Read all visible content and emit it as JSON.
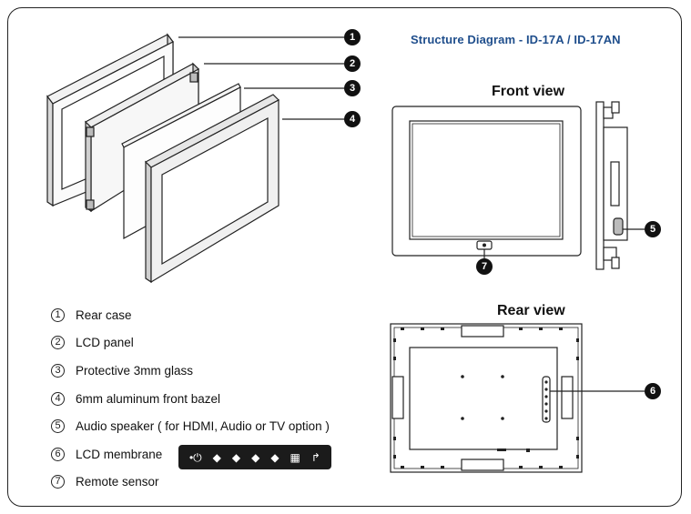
{
  "title": "Structure Diagram  -  ID-17A / ID-17AN",
  "views": {
    "front": "Front view",
    "rear": "Rear view"
  },
  "callouts": [
    "1",
    "2",
    "3",
    "4",
    "5",
    "6",
    "7"
  ],
  "legend": [
    {
      "num": "1",
      "label": "Rear case"
    },
    {
      "num": "2",
      "label": "LCD panel"
    },
    {
      "num": "3",
      "label": "Protective 3mm glass"
    },
    {
      "num": "4",
      "label": "6mm aluminum front bazel"
    },
    {
      "num": "5",
      "label": "Audio speaker ( for HDMI, Audio or TV option )"
    },
    {
      "num": "6",
      "label": "LCD membrane"
    },
    {
      "num": "7",
      "label": "Remote sensor"
    }
  ],
  "membrane_buttons": [
    {
      "icon": "power-icon",
      "glyph": "•⏻"
    },
    {
      "icon": "left-right-icon",
      "glyph": "◆"
    },
    {
      "icon": "left-right-icon",
      "glyph": "◆"
    },
    {
      "icon": "up-down-icon",
      "glyph": "◆"
    },
    {
      "icon": "up-down-icon",
      "glyph": "◆"
    },
    {
      "icon": "menu-icon",
      "glyph": "▦"
    },
    {
      "icon": "return-icon",
      "glyph": "↱"
    }
  ],
  "colors": {
    "title": "#1f4e8c",
    "line": "#222222",
    "callout_fill": "#111111",
    "membrane_bg": "#1b1b1b"
  }
}
